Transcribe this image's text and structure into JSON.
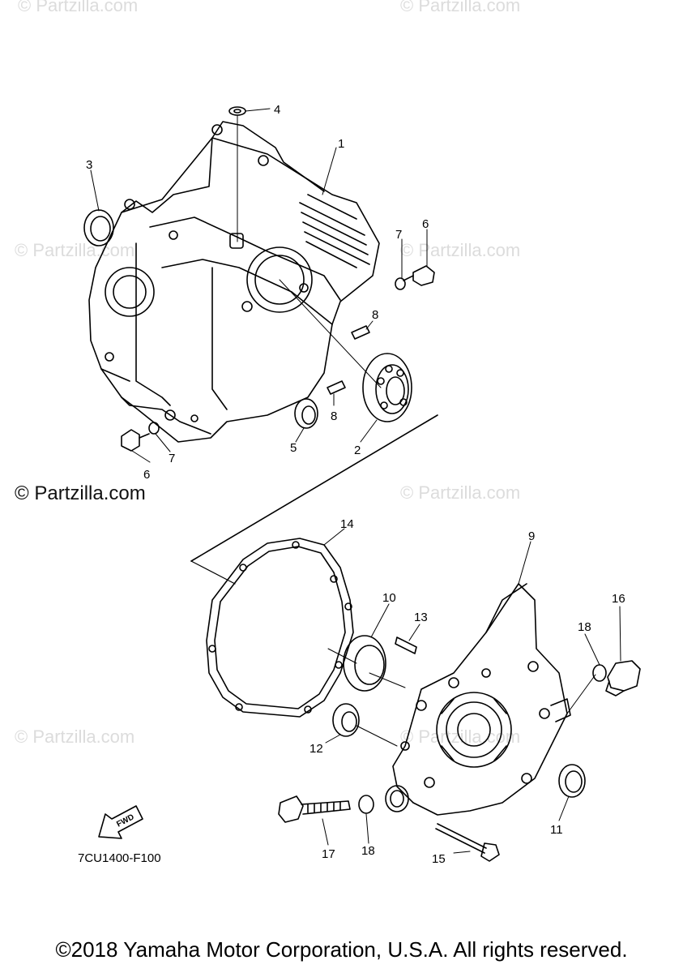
{
  "watermarks": {
    "top_left": "© Partzilla.com",
    "top_right": "© Partzilla.com",
    "mid_left": "© Partzilla.com",
    "mid_right": "© Partzilla.com",
    "center_left": "© Partzilla.com",
    "center_right": "© Partzilla.com",
    "lower_left": "© Partzilla.com",
    "lower_right": "© Partzilla.com"
  },
  "diagram_code": "7CU1400-F100",
  "fwd_label": "FWD",
  "copyright": "©2018 Yamaha Motor Corporation, U.S.A. All rights reserved.",
  "callouts": {
    "c1": "1",
    "c2": "2",
    "c3": "3",
    "c4": "4",
    "c5": "5",
    "c6a": "6",
    "c6b": "6",
    "c7a": "7",
    "c7b": "7",
    "c8a": "8",
    "c8b": "8",
    "c9": "9",
    "c10": "10",
    "c11": "11",
    "c12": "12",
    "c13": "13",
    "c14": "14",
    "c15": "15",
    "c16": "16",
    "c17": "17",
    "c18a": "18",
    "c18b": "18"
  }
}
